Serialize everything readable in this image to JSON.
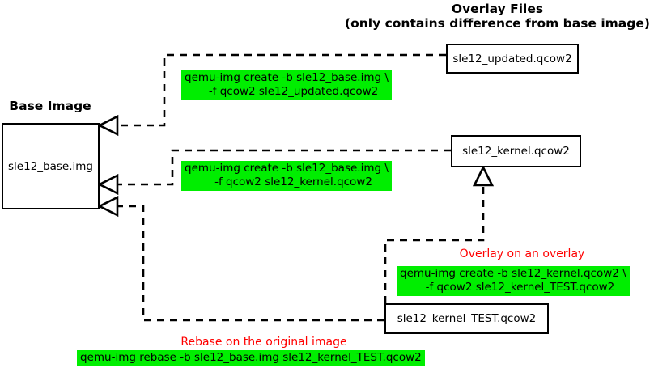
{
  "diagram": {
    "title_overlay_line1": "Overlay Files",
    "title_overlay_line2": "(only contains difference from base image)",
    "title_base": "Base Image",
    "colors": {
      "command_highlight": "#00ee00",
      "annotation": "#ff0000",
      "stroke": "#000000",
      "background": "#ffffff"
    },
    "boxes": [
      {
        "id": "base",
        "label": "sle12_base.img"
      },
      {
        "id": "updated",
        "label": "sle12_updated.qcow2"
      },
      {
        "id": "kernel",
        "label": "sle12_kernel.qcow2"
      },
      {
        "id": "kernel_test",
        "label": "sle12_kernel_TEST.qcow2"
      }
    ],
    "commands": [
      {
        "id": "create_updated",
        "text": "qemu-img create -b sle12_base.img \\\n    -f qcow2 sle12_updated.qcow2"
      },
      {
        "id": "create_kernel",
        "text": "qemu-img create -b sle12_base.img \\\n    -f qcow2 sle12_kernel.qcow2"
      },
      {
        "id": "create_kernel_test",
        "text": "qemu-img create -b sle12_kernel.qcow2 \\\n    -f qcow2 sle12_kernel_TEST.qcow2"
      },
      {
        "id": "rebase",
        "text": "qemu-img rebase -b sle12_base.img sle12_kernel_TEST.qcow2"
      }
    ],
    "annotations": [
      {
        "id": "overlay_on_overlay",
        "text": "Overlay on an overlay"
      },
      {
        "id": "rebase_original",
        "text": "Rebase on the original image"
      }
    ]
  }
}
